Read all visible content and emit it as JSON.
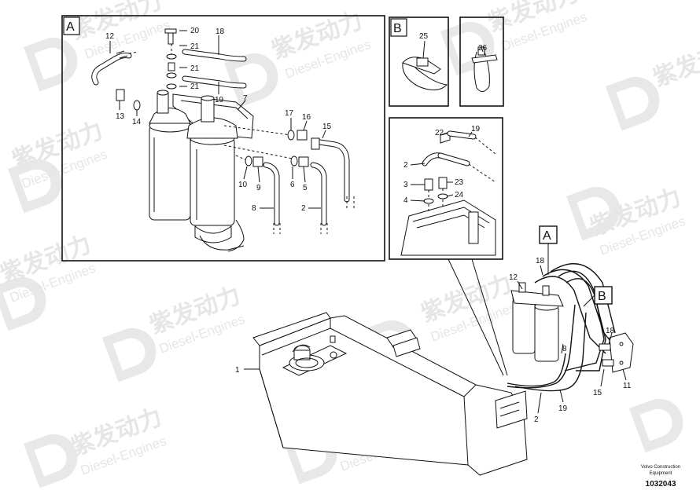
{
  "watermark": {
    "chinese": "紫发动力",
    "english": "Diesel-Engines"
  },
  "footer": {
    "brand_line1": "Volvo Construction",
    "brand_line2": "Equipment",
    "drawing_number": "1032043"
  },
  "detail_boxes": {
    "box_a": "A",
    "box_b": "B"
  },
  "callouts": {
    "a_12": "12",
    "a_20": "20",
    "a_18": "18",
    "a_21a": "21",
    "a_21b": "21",
    "a_21c": "21",
    "a_19": "19",
    "a_7": "7",
    "a_13": "13",
    "a_14": "14",
    "a_17": "17",
    "a_16": "16",
    "a_15": "15",
    "a_10": "10",
    "a_9": "9",
    "a_6": "6",
    "a_5": "5",
    "a_8": "8",
    "a_2": "2",
    "b_25": "25",
    "b_26": "26",
    "c_22": "22",
    "c_19": "19",
    "c_2": "2",
    "c_3": "3",
    "c_23": "23",
    "c_4": "4",
    "c_24": "24",
    "m_A": "A",
    "m_B": "B",
    "m_18a": "18",
    "m_12": "12",
    "m_1": "1",
    "m_8": "8",
    "m_18b": "18",
    "m_15": "15",
    "m_11": "11",
    "m_19": "19",
    "m_2": "2"
  }
}
